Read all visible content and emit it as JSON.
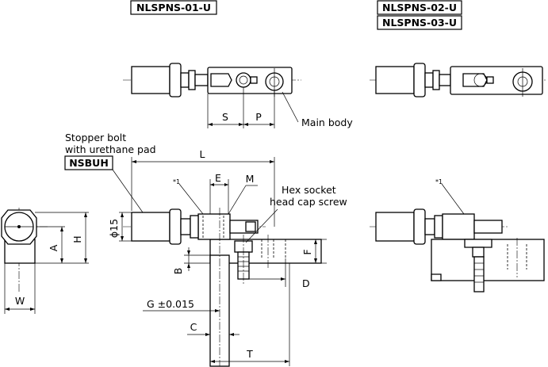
{
  "models": {
    "left": "NLSPNS-01-U",
    "right_top": "NLSPNS-02-U",
    "right_bottom": "NLSPNS-03-U"
  },
  "callouts": {
    "main_body": "Main body",
    "stopper_line1": "Stopper bolt",
    "stopper_line2": "with urethane pad",
    "stopper_code": "NSBUH",
    "hex_line1": "Hex socket",
    "hex_line2": "head cap screw",
    "note_left": "*1",
    "note_right": "*1"
  },
  "dimensions": {
    "S": "S",
    "P": "P",
    "L": "L",
    "E": "E",
    "M": "M",
    "dia": "ϕ15",
    "A": "A",
    "H": "H",
    "W": "W",
    "F": "F",
    "B": "B",
    "D": "D",
    "G": "G ±0.015",
    "C": "C",
    "T": "T"
  }
}
